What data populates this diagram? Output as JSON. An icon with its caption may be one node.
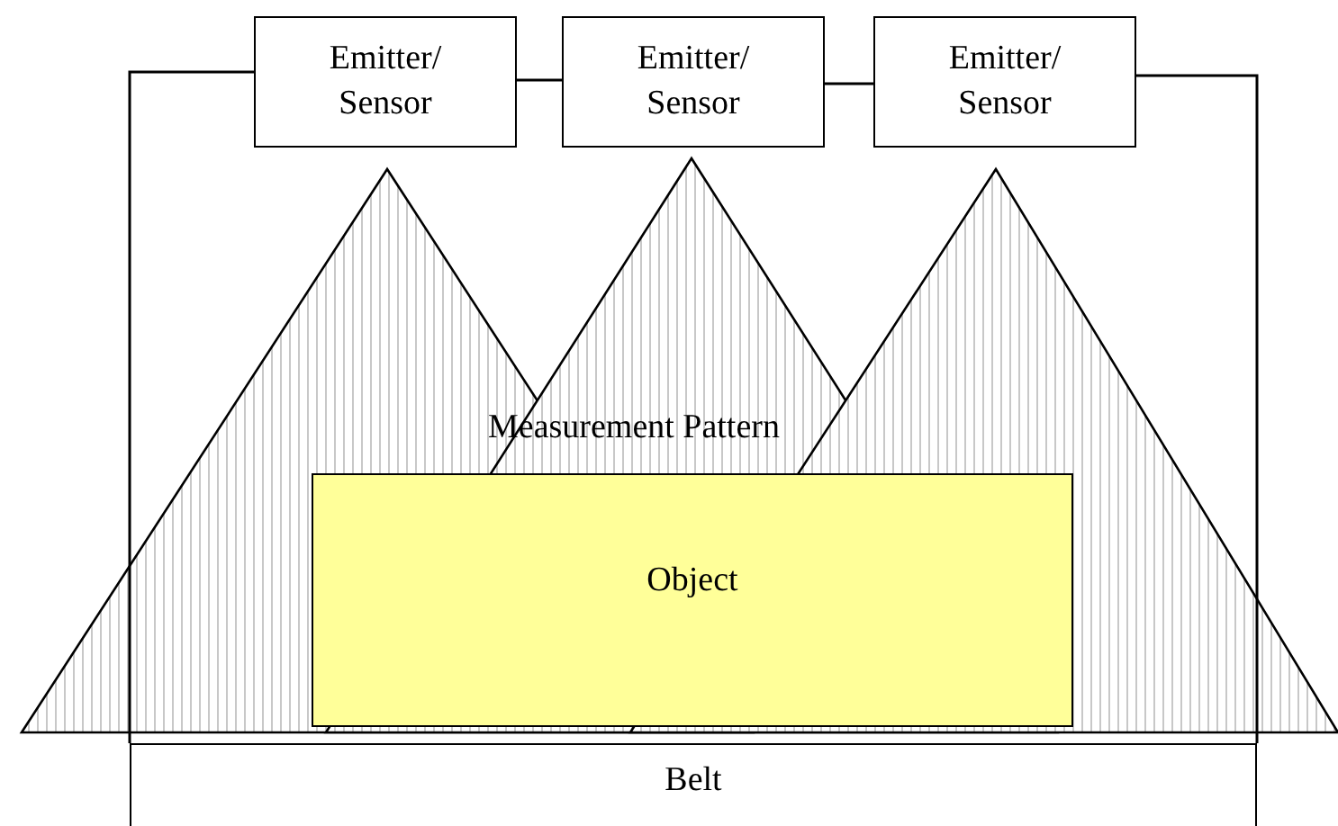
{
  "diagram": {
    "nodes": [
      {
        "text": [
          "Emitter/ Sensor"
        ]
      },
      {
        "text": [
          "Emitter/ Sensor"
        ]
      },
      {
        "text": [
          "Emitter/ Sensor"
        ]
      },
      {
        "text": [
          "Object"
        ]
      },
      {
        "text": [
          "Belt"
        ]
      }
    ],
    "edges": [
      {
        "from": 0,
        "to": 1,
        "arrow": "none"
      },
      {
        "from": 1,
        "to": 2,
        "arrow": "none"
      },
      {
        "from": 0,
        "to": 4,
        "arrow": "none"
      },
      {
        "from": 2,
        "to": 4,
        "arrow": "none"
      }
    ],
    "labels": [
      "Measurement Pattern"
    ]
  }
}
